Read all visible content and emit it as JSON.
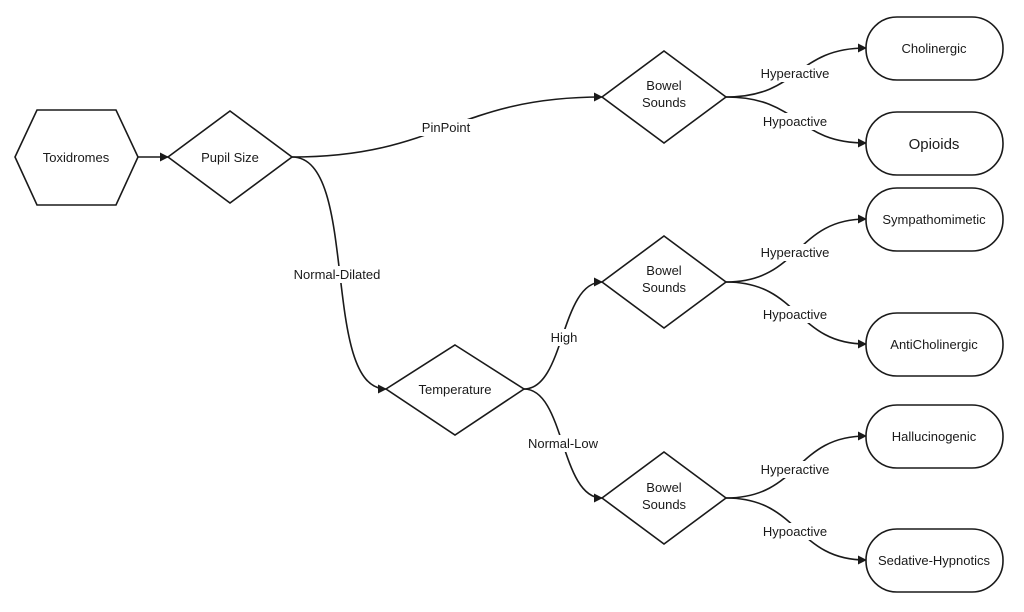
{
  "nodes": {
    "root": "Toxidromes",
    "pupil": "Pupil Size",
    "bowel_top": [
      "Bowel",
      "Sounds"
    ],
    "temperature": "Temperature",
    "bowel_mid": [
      "Bowel",
      "Sounds"
    ],
    "bowel_bottom": [
      "Bowel",
      "Sounds"
    ],
    "cholinergic": "Cholinergic",
    "opioids": "Opioids",
    "sympathomimetic": "Sympathomimetic",
    "anticholinergic": "AntiCholinergic",
    "hallucinogenic": "Hallucinogenic",
    "sedative": "Sedative-Hypnotics"
  },
  "edges": {
    "pinpoint": "PinPoint",
    "normal_dilated": "Normal-Dilated",
    "high": "High",
    "normal_low": "Normal-Low",
    "hyper_top": "Hyperactive",
    "hypo_top": "Hypoactive",
    "hyper_mid": "Hyperactive",
    "hypo_mid": "Hypoactive",
    "hyper_bottom": "Hyperactive",
    "hypo_bottom": "Hypoactive"
  }
}
